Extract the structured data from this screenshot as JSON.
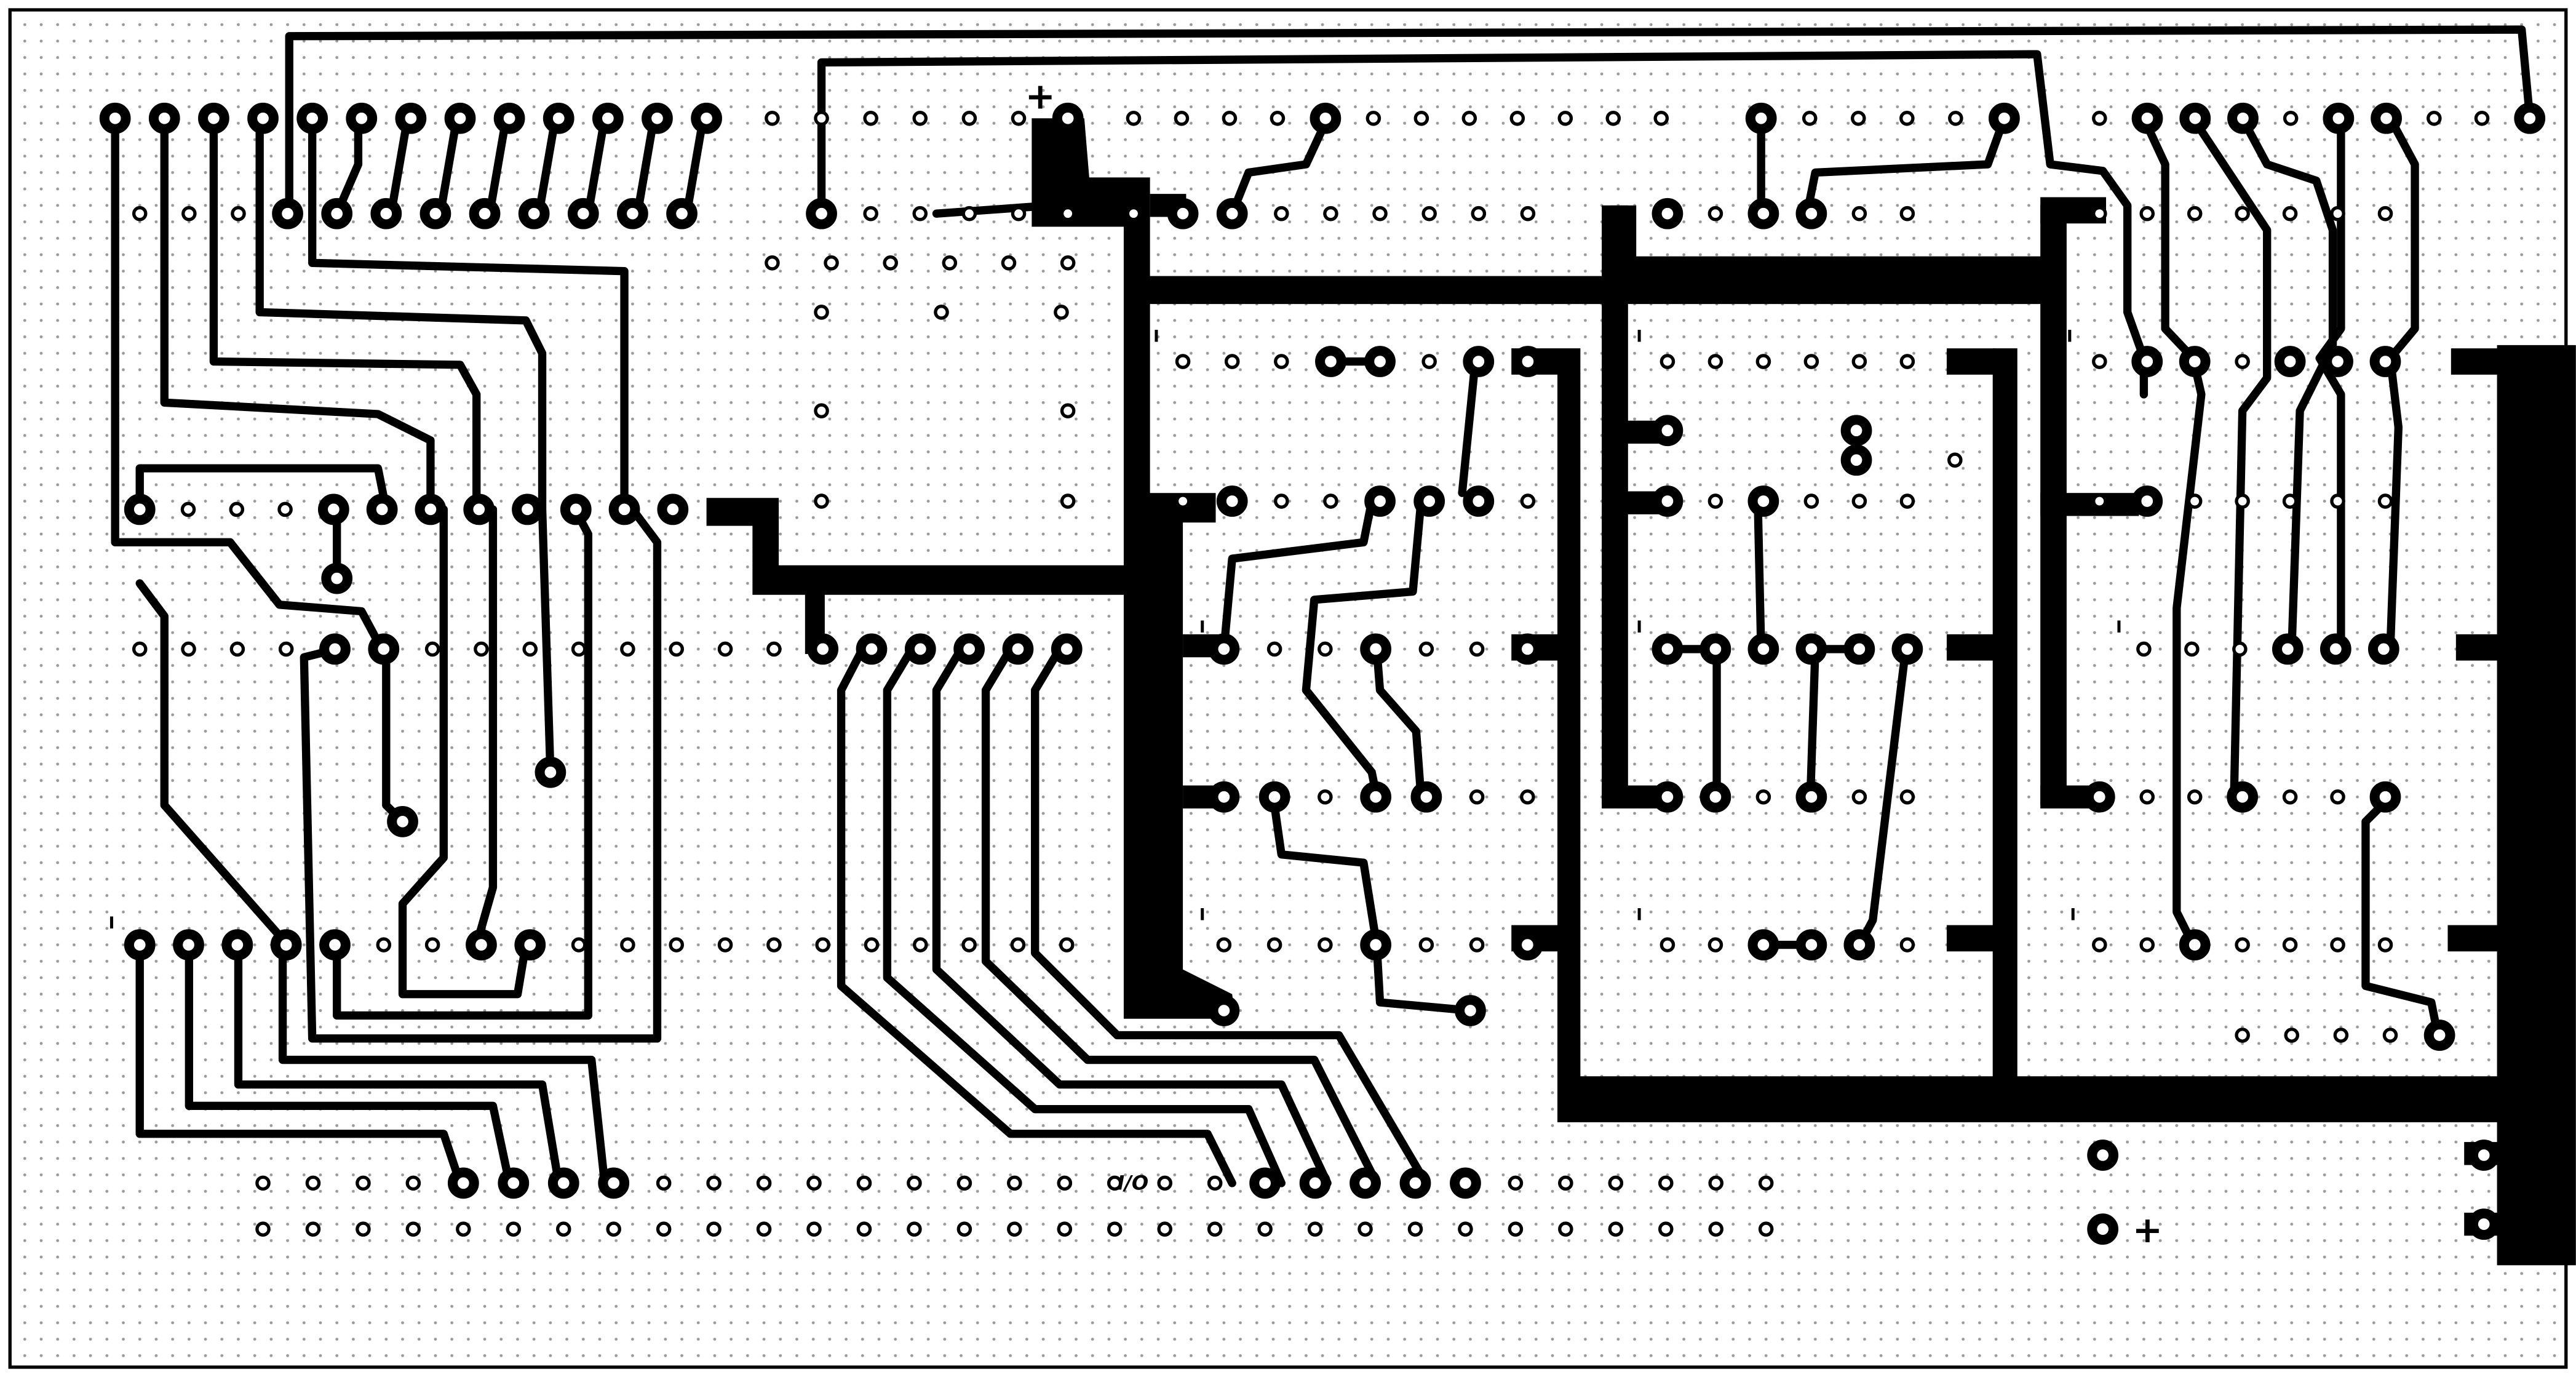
{
  "diagram": {
    "kind": "pcb-copper-layout",
    "colors": {
      "copper": "#000000",
      "background": "#ffffff",
      "grid_dots": "#9a9a9a",
      "frame": "#000000"
    },
    "markings": [
      {
        "id": "plus-top",
        "text": "+"
      },
      {
        "id": "plus-bottom",
        "text": "+"
      },
      {
        "id": "i-1",
        "text": "I"
      },
      {
        "id": "i-2",
        "text": "I"
      },
      {
        "id": "i-3",
        "text": "I"
      },
      {
        "id": "i-4",
        "text": "I"
      },
      {
        "id": "i-5",
        "text": "I"
      },
      {
        "id": "i-6",
        "text": "I"
      },
      {
        "id": "i-7",
        "text": "I"
      },
      {
        "id": "i-8",
        "text": "I"
      },
      {
        "id": "i-9",
        "text": "I"
      },
      {
        "id": "i-10",
        "text": "I"
      },
      {
        "id": "io-mark",
        "text": "I/O"
      }
    ]
  }
}
